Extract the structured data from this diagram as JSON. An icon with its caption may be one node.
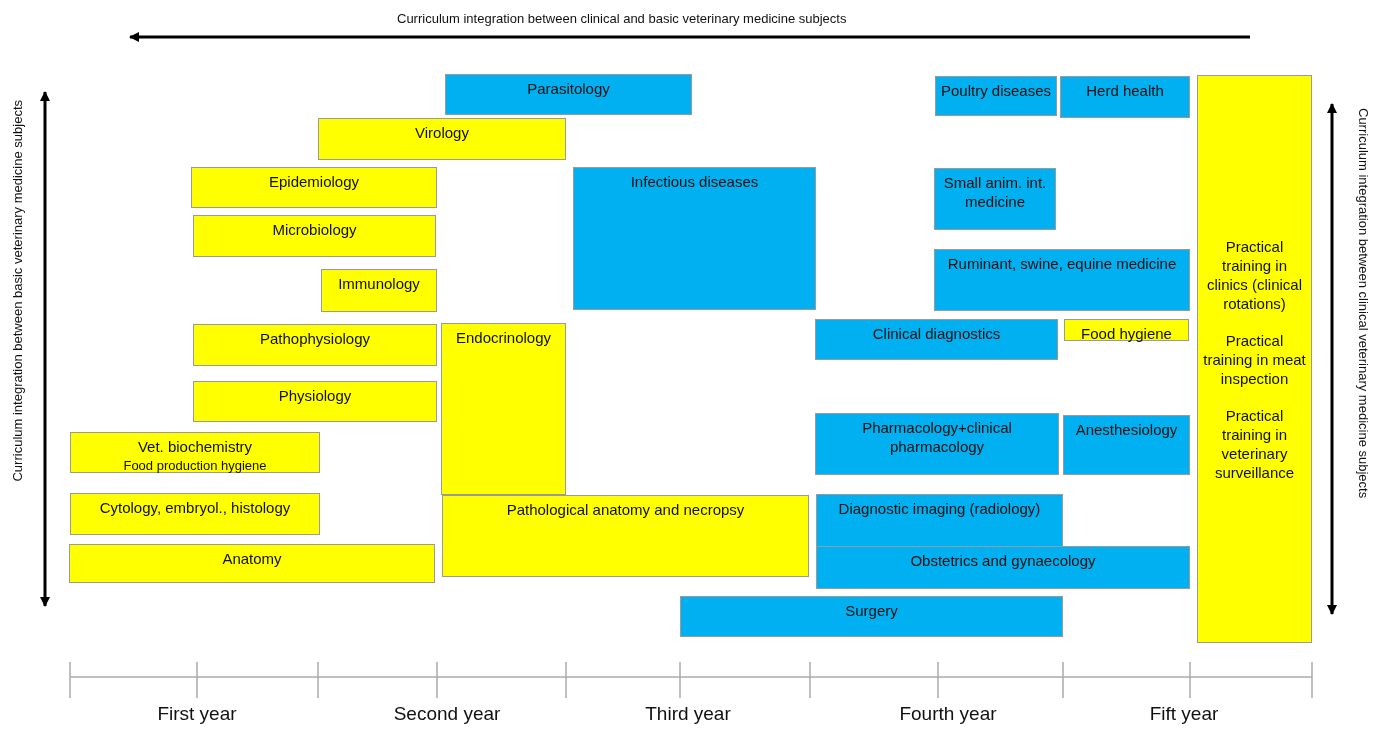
{
  "diagram": {
    "nodes": [
      {
        "text": [
          "Parasitology"
        ]
      },
      {
        "text": [
          "Poultry diseases"
        ]
      },
      {
        "text": [
          "Herd health"
        ]
      },
      {
        "text": [
          "Practical training in clinics (clinical rotations)",
          "Practical training in meat inspection",
          "Practical training in veterinary surveillance"
        ]
      },
      {
        "text": [
          "Virology"
        ]
      },
      {
        "text": [
          "Epidemiology"
        ]
      },
      {
        "text": [
          "Infectious diseases"
        ]
      },
      {
        "text": [
          "Small anim. int. medicine"
        ]
      },
      {
        "text": [
          "Microbiology"
        ]
      },
      {
        "text": [
          "Ruminant, swine, equine medicine"
        ]
      },
      {
        "text": [
          "Immunology"
        ]
      },
      {
        "text": [
          "Pathophysiology"
        ]
      },
      {
        "text": [
          "Endocrinology"
        ]
      },
      {
        "text": [
          "Clinical diagnostics"
        ]
      },
      {
        "text": [
          "Food hygiene"
        ]
      },
      {
        "text": [
          "Physiology"
        ]
      },
      {
        "text": [
          "Vet. biochemistry",
          "Food production hygiene"
        ]
      },
      {
        "text": [
          "Pharmacology+clinical pharmacology"
        ]
      },
      {
        "text": [
          "Anesthesiology"
        ]
      },
      {
        "text": [
          "Cytology, embryol., histology"
        ]
      },
      {
        "text": [
          "Pathological anatomy and necropsy"
        ]
      },
      {
        "text": [
          "Diagnostic imaging (radiology)"
        ]
      },
      {
        "text": [
          "Anatomy"
        ]
      },
      {
        "text": [
          "Obstetrics and gynaecology"
        ]
      },
      {
        "text": [
          "Surgery"
        ]
      }
    ],
    "labels": [
      "Curriculum integration between clinical and basic veterinary medicine subjects",
      "Curriculum integration between basic veterinary medicine subjects",
      "Curriculum integration between clinical veterinary medicine subjects",
      "First year",
      "Second year",
      "Third year",
      "Fourth year",
      "Fift year"
    ]
  }
}
